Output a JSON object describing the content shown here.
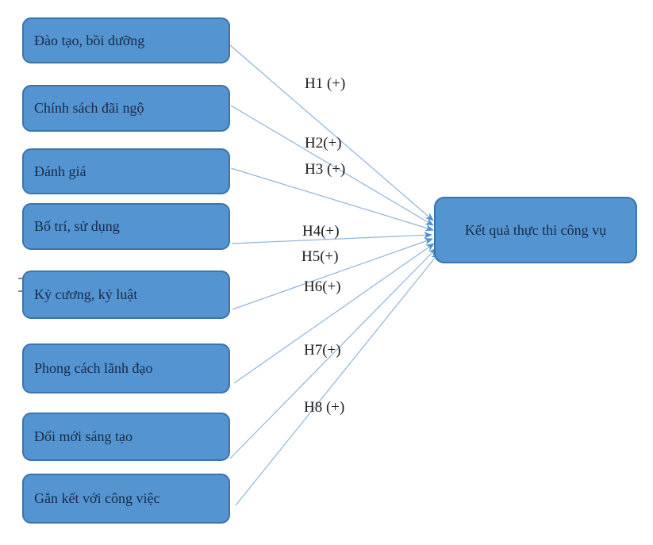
{
  "diagram": {
    "target_label": "Kết quả thực thi công vụ",
    "factors": [
      {
        "label": "Đào tạo, bồi dưỡng",
        "hypothesis": "H1 (+)"
      },
      {
        "label": "Chính sách đãi ngộ",
        "hypothesis": "H2(+)"
      },
      {
        "label": "Đánh giá",
        "hypothesis": "H3 (+)"
      },
      {
        "label": "Bố trí, sử dụng",
        "hypothesis": "H4(+)"
      },
      {
        "label": "Kỷ cương, kỷ luật",
        "hypothesis": "H5(+)"
      },
      {
        "label": "Phong cách lãnh đạo",
        "hypothesis": "H6(+)"
      },
      {
        "label": "Đổi mới sáng tạo",
        "hypothesis": "H7(+)"
      },
      {
        "label": "Gắn kết với công việc",
        "hypothesis": "H8 (+)"
      }
    ],
    "colors": {
      "box_fill": "#5494D0",
      "box_border": "#3C74AC",
      "box_text": "#1B2A45",
      "arrow_line": "#8FB4DB",
      "arrow_head": "#4E8FD0",
      "label_text": "#1A1A1A"
    }
  }
}
